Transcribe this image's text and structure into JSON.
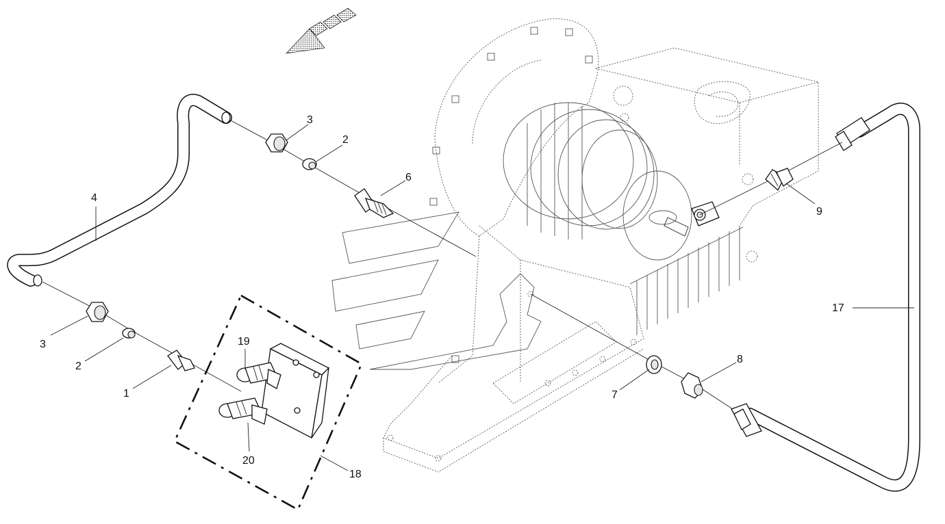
{
  "callouts": [
    {
      "id": "3a",
      "text": "3"
    },
    {
      "id": "2a",
      "text": "2"
    },
    {
      "id": "6",
      "text": "6"
    },
    {
      "id": "4",
      "text": "4"
    },
    {
      "id": "3b",
      "text": "3"
    },
    {
      "id": "2b",
      "text": "2"
    },
    {
      "id": "1",
      "text": "1"
    },
    {
      "id": "19",
      "text": "19"
    },
    {
      "id": "20",
      "text": "20"
    },
    {
      "id": "18",
      "text": "18"
    },
    {
      "id": "9",
      "text": "9"
    },
    {
      "id": "17",
      "text": "17"
    },
    {
      "id": "7",
      "text": "7"
    },
    {
      "id": "8",
      "text": "8"
    }
  ]
}
